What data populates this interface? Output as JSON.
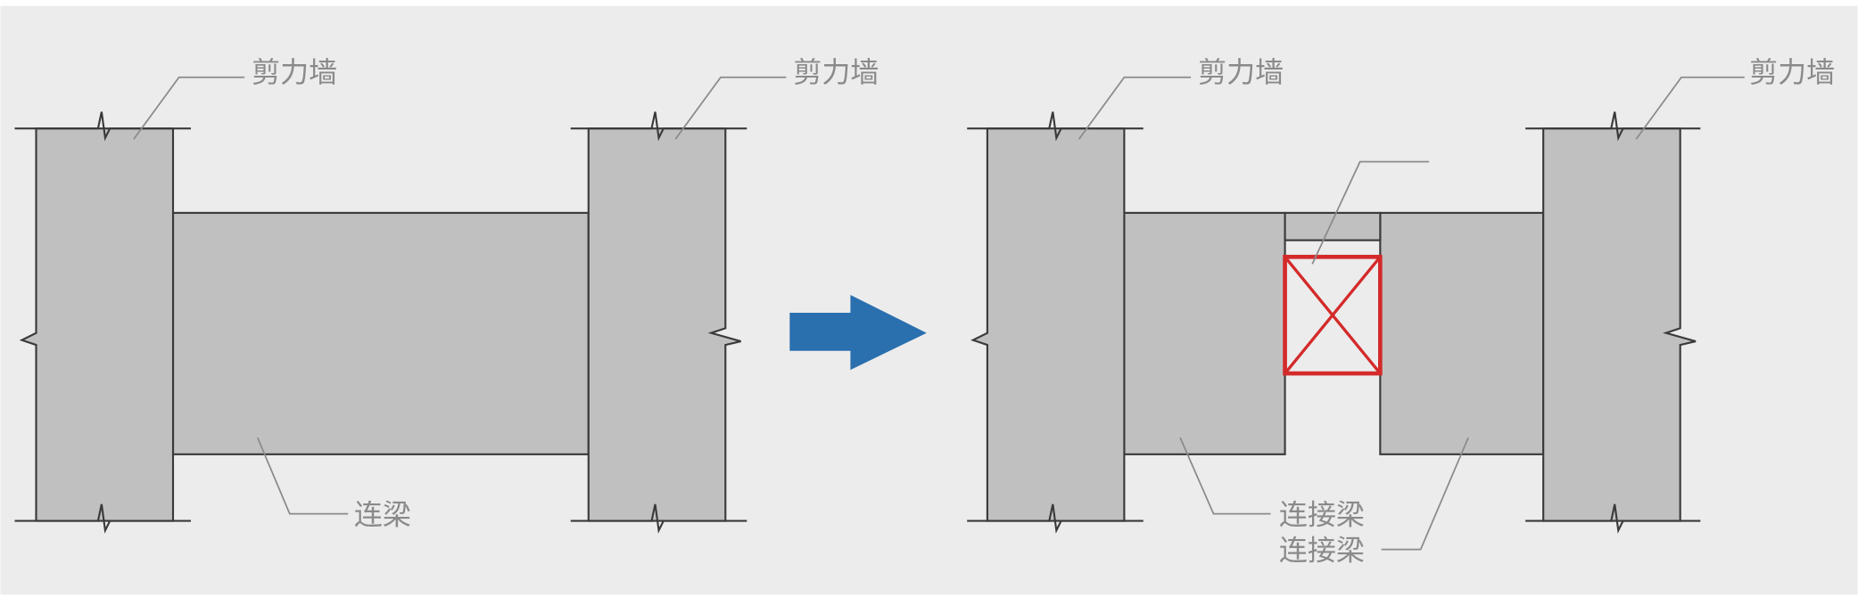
{
  "before": {
    "labels": {
      "wall_left": "剪力墙",
      "wall_right": "剪力墙",
      "beam": "连梁"
    }
  },
  "after": {
    "labels": {
      "wall_left": "剪力墙",
      "wall_right": "剪力墙",
      "beam_left": "连接梁",
      "beam_right": "连接梁"
    }
  },
  "colors": {
    "background": "#ececec",
    "fill": "#c0c0c0",
    "arrow": "#2a6fae",
    "opening": "#d42a2a"
  },
  "icons": {
    "arrow": "right-arrow-icon",
    "opening": "crossed-box-icon"
  }
}
